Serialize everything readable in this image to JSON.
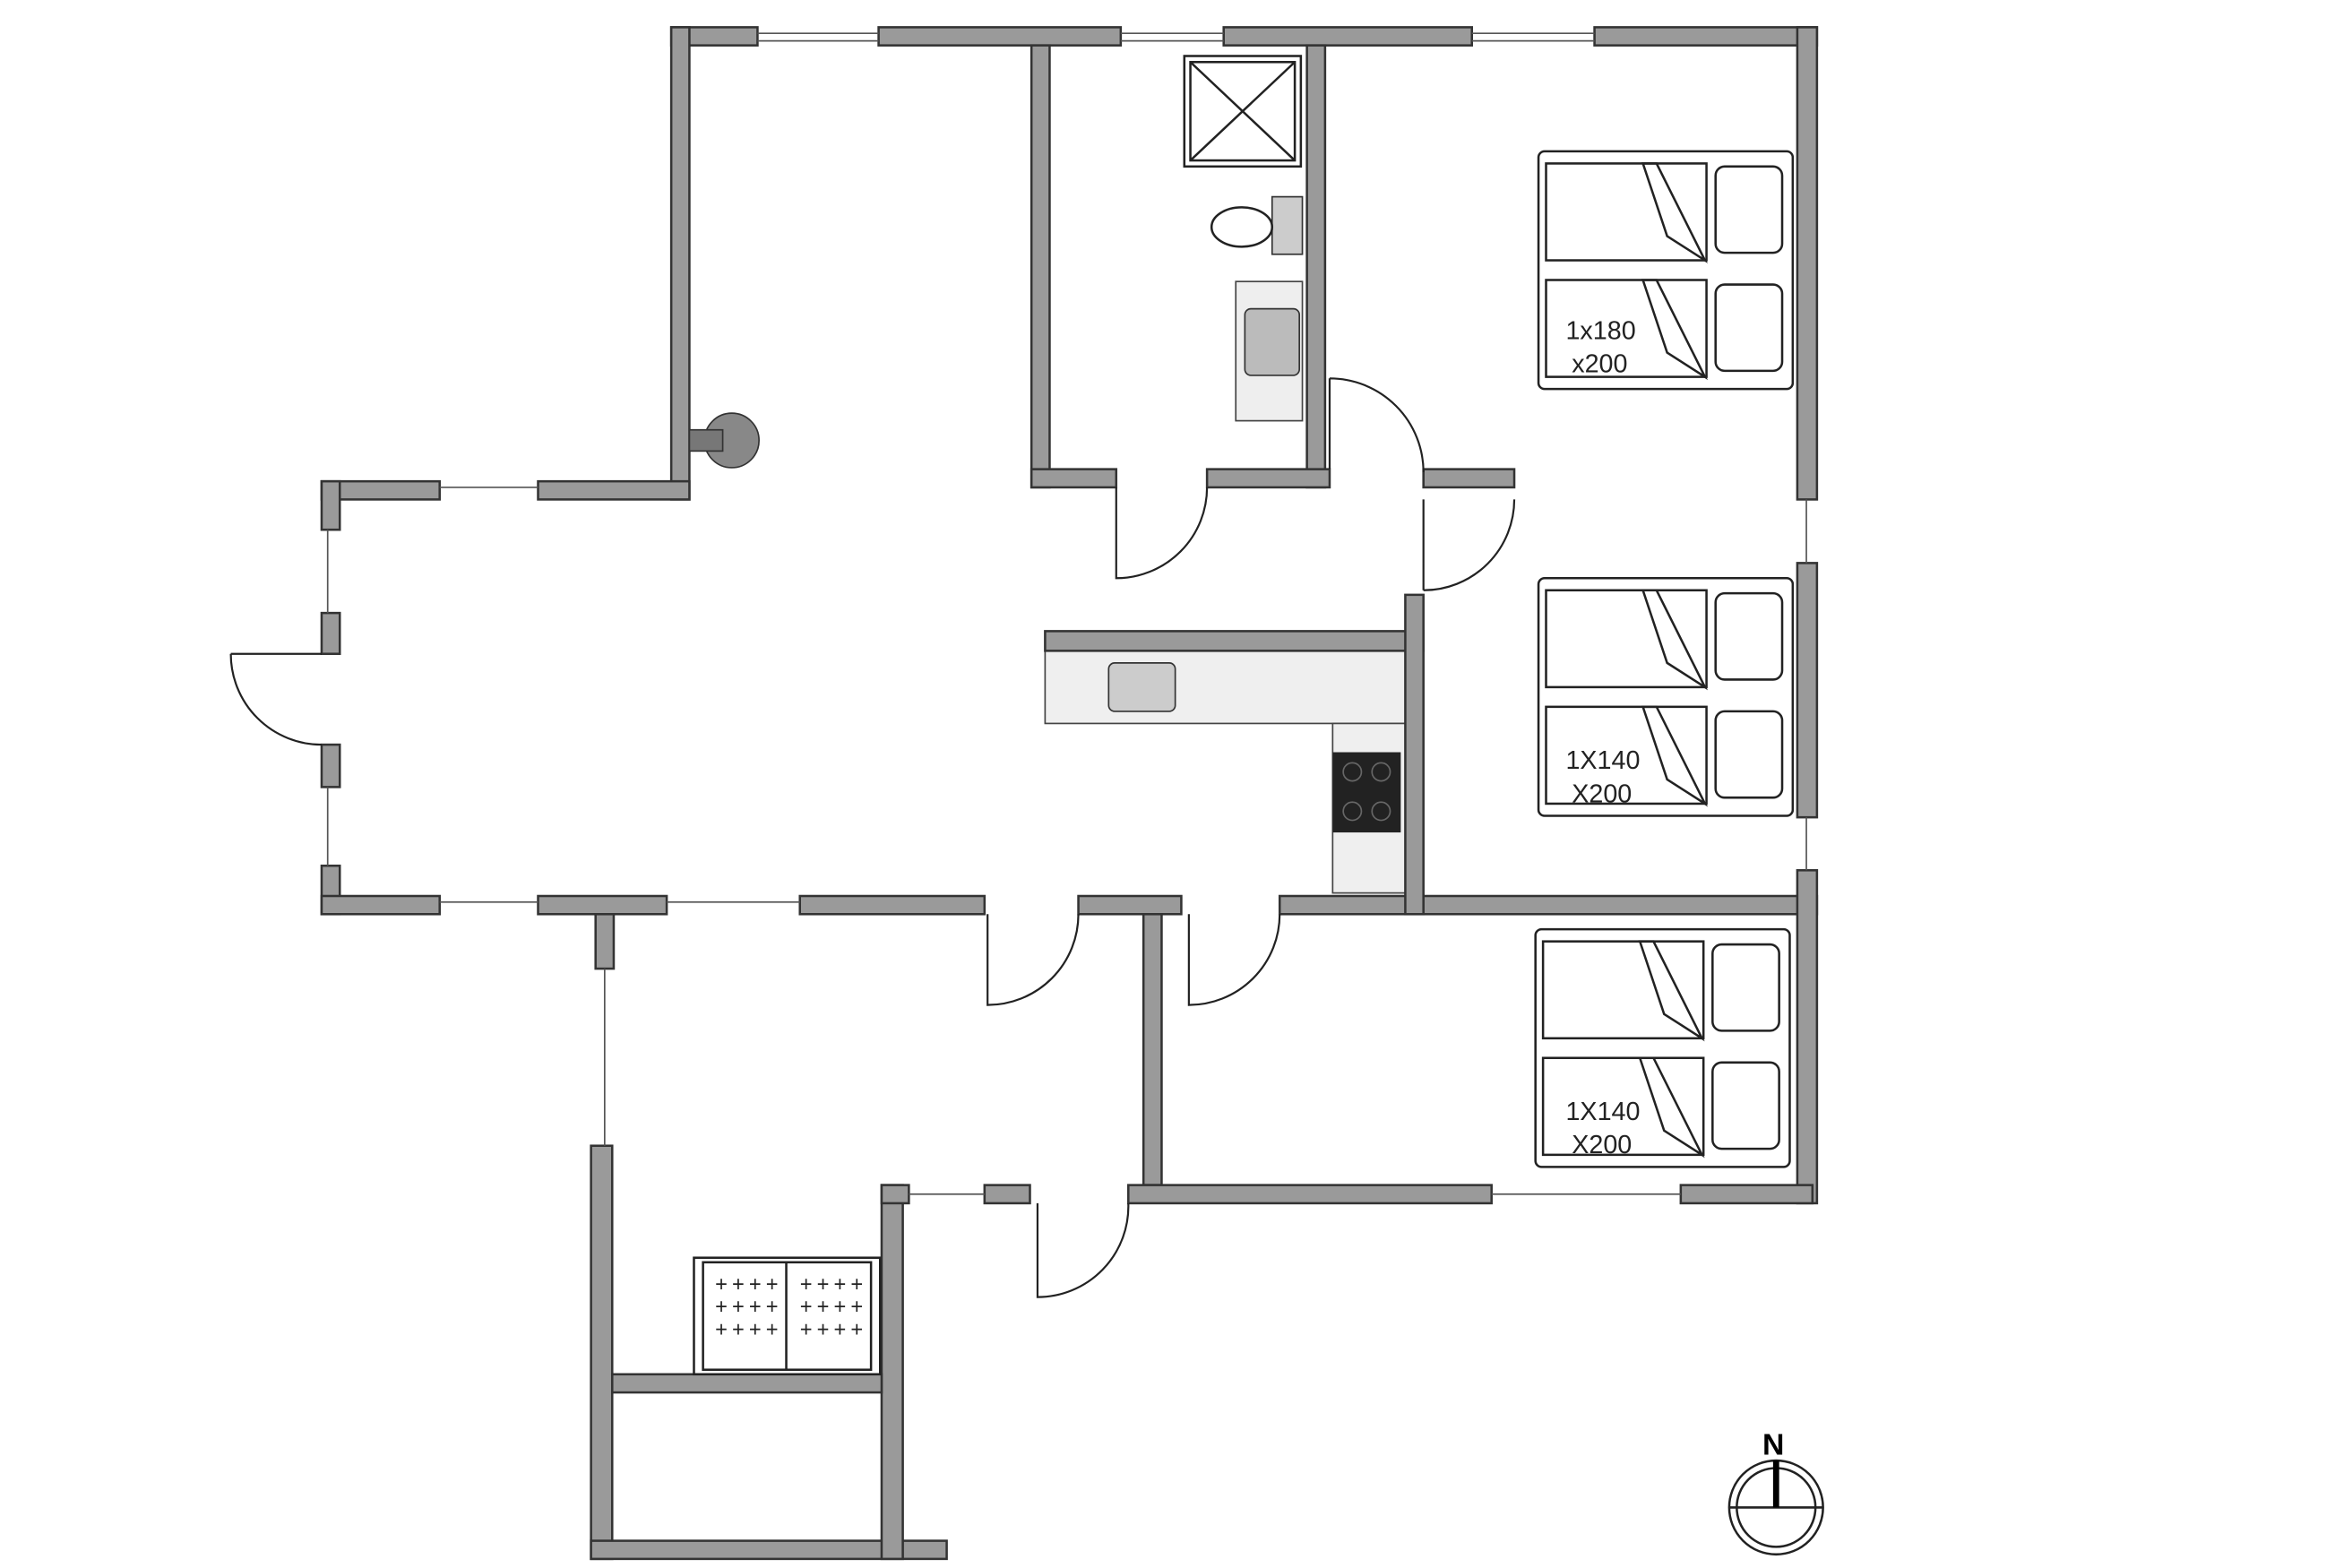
{
  "plan": {
    "beds": [
      {
        "line1": "1x180",
        "line2": "x200"
      },
      {
        "line1": "1X140",
        "line2": "X200"
      },
      {
        "line1": "1X140",
        "line2": "X200"
      }
    ],
    "compass_label": "N"
  }
}
